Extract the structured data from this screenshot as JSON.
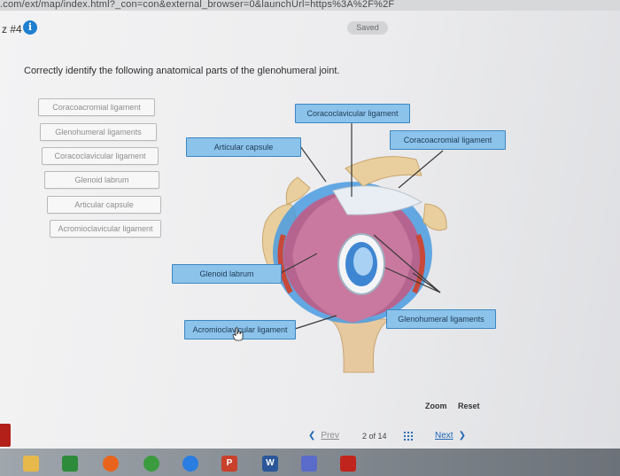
{
  "browser": {
    "url_fragment": ".com/ext/map/index.html?_con=con&external_browser=0&launchUrl=https%3A%2F%2F"
  },
  "header": {
    "question_number": "z #4",
    "saved_label": "Saved"
  },
  "question": {
    "text": "Correctly identify the following anatomical parts of the glenohumeral joint."
  },
  "label_bank": [
    "Coracoacromial ligament",
    "Glenohumeral ligaments",
    "Coracoclavicular ligament",
    "Glenoid labrum",
    "Articular capsule",
    "Acromioclavicular ligament"
  ],
  "placed_labels": {
    "coracoclavicular": "Coracoclavicular ligament",
    "coracoacromial": "Coracoacromial ligament",
    "articular_capsule": "Articular capsule",
    "glenoid_labrum": "Glenoid labrum",
    "glenohumeral": "Glenohumeral ligaments",
    "acromioclavicular": "Acromioclavicular ligament"
  },
  "controls": {
    "zoom": "Zoom",
    "reset": "Reset"
  },
  "pagination": {
    "prev": "Prev",
    "indicator": "2 of 14",
    "next": "Next"
  },
  "icons": [
    "info-icon",
    "grid-icon",
    "chevron-left-icon",
    "chevron-right-icon",
    "cursor-hand-icon"
  ],
  "colors": {
    "accent": "#1f7fd1",
    "placed_bg": "#8cc3ea",
    "placed_border": "#3c86c2"
  }
}
